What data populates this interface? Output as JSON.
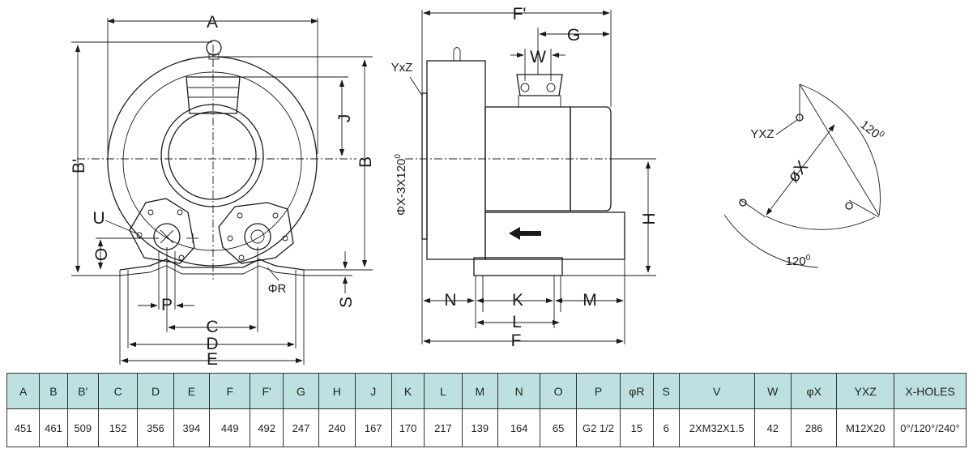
{
  "front_view": {
    "labels": {
      "A": "A",
      "B": "B",
      "B_prime": "B'",
      "J": "J",
      "U": "U",
      "O": "O",
      "P": "P",
      "C": "C",
      "D": "D",
      "E": "E",
      "S": "S",
      "phiR": "ΦR"
    }
  },
  "side_view": {
    "labels": {
      "F_prime": "F'",
      "G": "G",
      "W": "W",
      "YxZ": "YxZ",
      "phiX": "ΦX-3X120",
      "degree_mark": "0",
      "H": "H",
      "N": "N",
      "K": "K",
      "M": "M",
      "L": "L",
      "F": "F"
    }
  },
  "flange_view": {
    "labels": {
      "YXZ": "YXZ",
      "phiX": "øX",
      "angle_top": "120",
      "angle_bottom": "120",
      "degree_mark": "0"
    }
  },
  "table": {
    "columns": [
      {
        "header": "A",
        "value": "451"
      },
      {
        "header": "B",
        "value": "461"
      },
      {
        "header": "B'",
        "value": "509"
      },
      {
        "header": "C",
        "value": "152"
      },
      {
        "header": "D",
        "value": "356"
      },
      {
        "header": "E",
        "value": "394"
      },
      {
        "header": "F",
        "value": "449"
      },
      {
        "header": "F'",
        "value": "492"
      },
      {
        "header": "G",
        "value": "247"
      },
      {
        "header": "H",
        "value": "240"
      },
      {
        "header": "J",
        "value": "167"
      },
      {
        "header": "K",
        "value": "170"
      },
      {
        "header": "L",
        "value": "217"
      },
      {
        "header": "M",
        "value": "139"
      },
      {
        "header": "N",
        "value": "164"
      },
      {
        "header": "O",
        "value": "65"
      },
      {
        "header": "P",
        "value": "G2 1/2"
      },
      {
        "header": "φR",
        "value": "15"
      },
      {
        "header": "S",
        "value": "6"
      },
      {
        "header": "V",
        "value": "2XM32X1.5"
      },
      {
        "header": "W",
        "value": "42"
      },
      {
        "header": "φX",
        "value": "286"
      },
      {
        "header": "YXZ",
        "value": "M12X20"
      },
      {
        "header": "X-HOLES",
        "value": "0°/120°/240°"
      }
    ]
  }
}
